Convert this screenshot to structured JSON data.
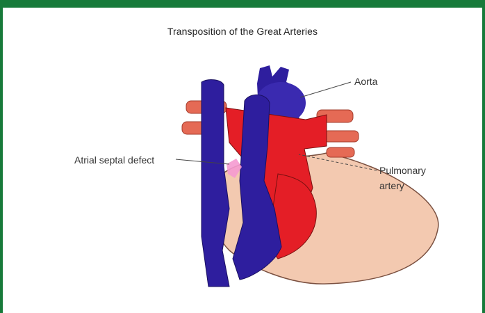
{
  "diagram": {
    "title": "Transposition of the Great Arteries",
    "labels": {
      "aorta": "Aorta",
      "atrial_septal_defect": "Atrial septal defect",
      "pulmonary_artery_line1": "Pulmonary",
      "pulmonary_artery_line2": "artery"
    },
    "colors": {
      "frame": "#177a3a",
      "oxygen_poor": "#2e1e9e",
      "oxygen_rich": "#e41e26",
      "vessel_branch": "#e56a55",
      "heart_tissue": "#f3c9b0",
      "defect": "#f59ad0"
    }
  }
}
